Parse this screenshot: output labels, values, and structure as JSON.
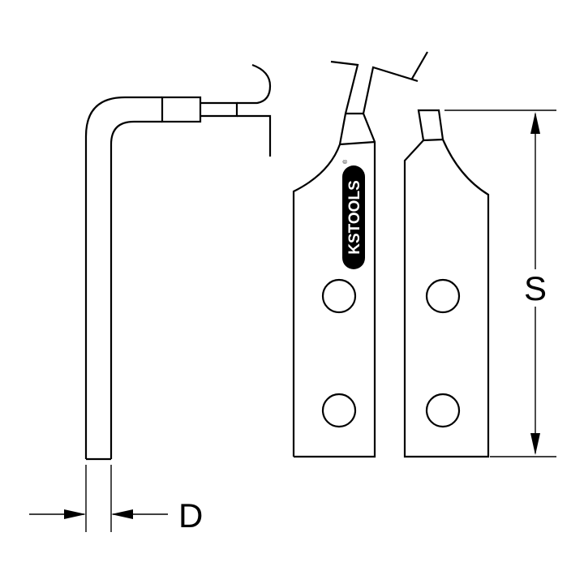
{
  "dimensions": {
    "thickness_label": "D",
    "height_label": "S"
  },
  "logo": {
    "brand": "KSTOOLS",
    "registered_mark": "®"
  },
  "colors": {
    "line": "#000000",
    "background": "#ffffff",
    "logo_badge": "#000000",
    "logo_text": "#ffffff"
  }
}
